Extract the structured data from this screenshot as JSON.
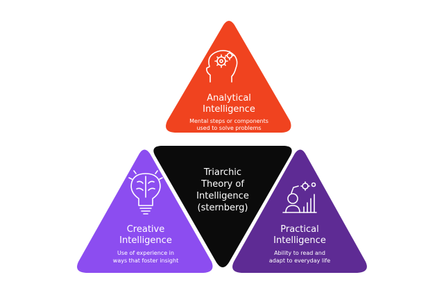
{
  "diagram": {
    "center": {
      "lines": [
        "Triarchic",
        "Theory of",
        "Intelligence",
        "(sternberg)"
      ],
      "color": "#0b0b0b"
    },
    "analytical": {
      "title_lines": [
        "Analytical",
        "Intelligence"
      ],
      "desc_lines": [
        "Mental steps or components",
        "used to solve problems"
      ],
      "color": "#f0431f",
      "icon": "head-gears-icon"
    },
    "creative": {
      "title_lines": [
        "Creative",
        "Intelligence"
      ],
      "desc_lines": [
        "Use of experience in",
        "ways that foster insight"
      ],
      "color": "#8c4df0",
      "icon": "brain-lightbulb-icon"
    },
    "practical": {
      "title_lines": [
        "Practical",
        "Intelligence"
      ],
      "desc_lines": [
        "Ability to read and",
        "adapt to everyday life"
      ],
      "color": "#5e2b94",
      "icon": "person-growth-gears-icon"
    }
  }
}
